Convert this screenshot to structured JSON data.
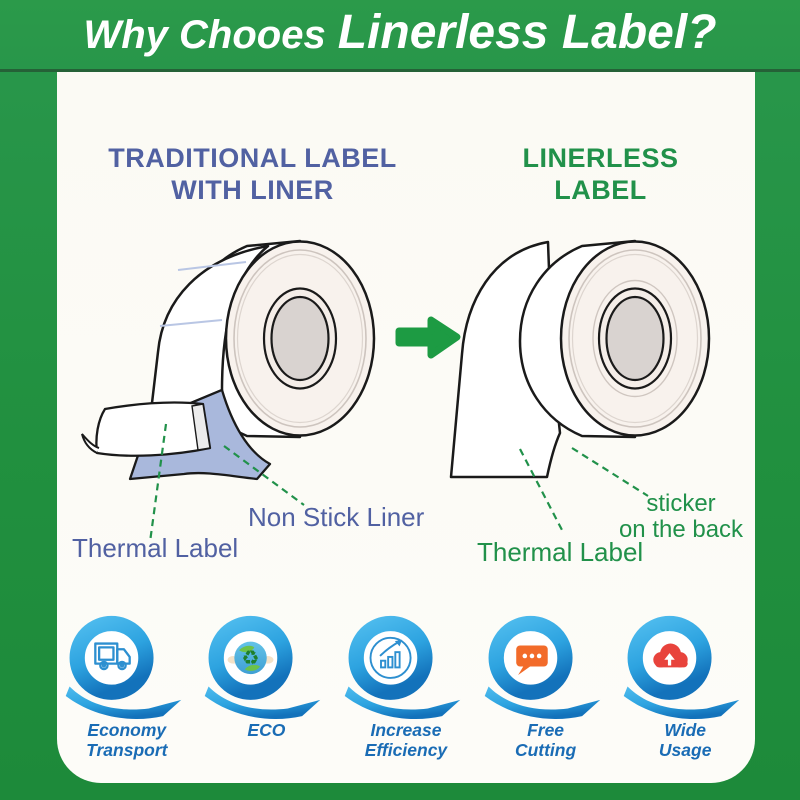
{
  "header": {
    "title_prefix": "Why Chooes",
    "title_emphasis": "Linerless Label?"
  },
  "diagram": {
    "left": {
      "title_line1": "TRADITIONAL LABEL",
      "title_line2": "WITH LINER",
      "caption_thermal": "Thermal Label",
      "caption_liner": "Non Stick Liner"
    },
    "right": {
      "title_line1": "LINERLESS",
      "title_line2": "LABEL",
      "caption_thermal": "Thermal Label",
      "caption_sticker_line1": "sticker",
      "caption_sticker_line2": "on the back"
    }
  },
  "features": [
    {
      "icon": "truck-icon",
      "line1": "Economy",
      "line2": "Transport"
    },
    {
      "icon": "eco-earth-icon",
      "line1": "ECO",
      "line2": ""
    },
    {
      "icon": "growth-chart-icon",
      "line1": "Increase",
      "line2": "Efficiency"
    },
    {
      "icon": "chat-bubble-icon",
      "line1": "Free",
      "line2": "Cutting"
    },
    {
      "icon": "cloud-upload-icon",
      "line1": "Wide",
      "line2": "Usage"
    }
  ],
  "colors": {
    "background_green": "#21903f",
    "header_text": "#ffffff",
    "panel_background": "#fcfbf6",
    "purple_text": "#5161a2",
    "green_text": "#21914a",
    "liner_blue": "#a9b8dc",
    "badge_blue": "#2da3e0",
    "feature_label_blue": "#1a6cb5",
    "chat_orange": "#f26b2a",
    "cloud_red": "#e8433c",
    "arrow_green": "#1d9b43"
  }
}
